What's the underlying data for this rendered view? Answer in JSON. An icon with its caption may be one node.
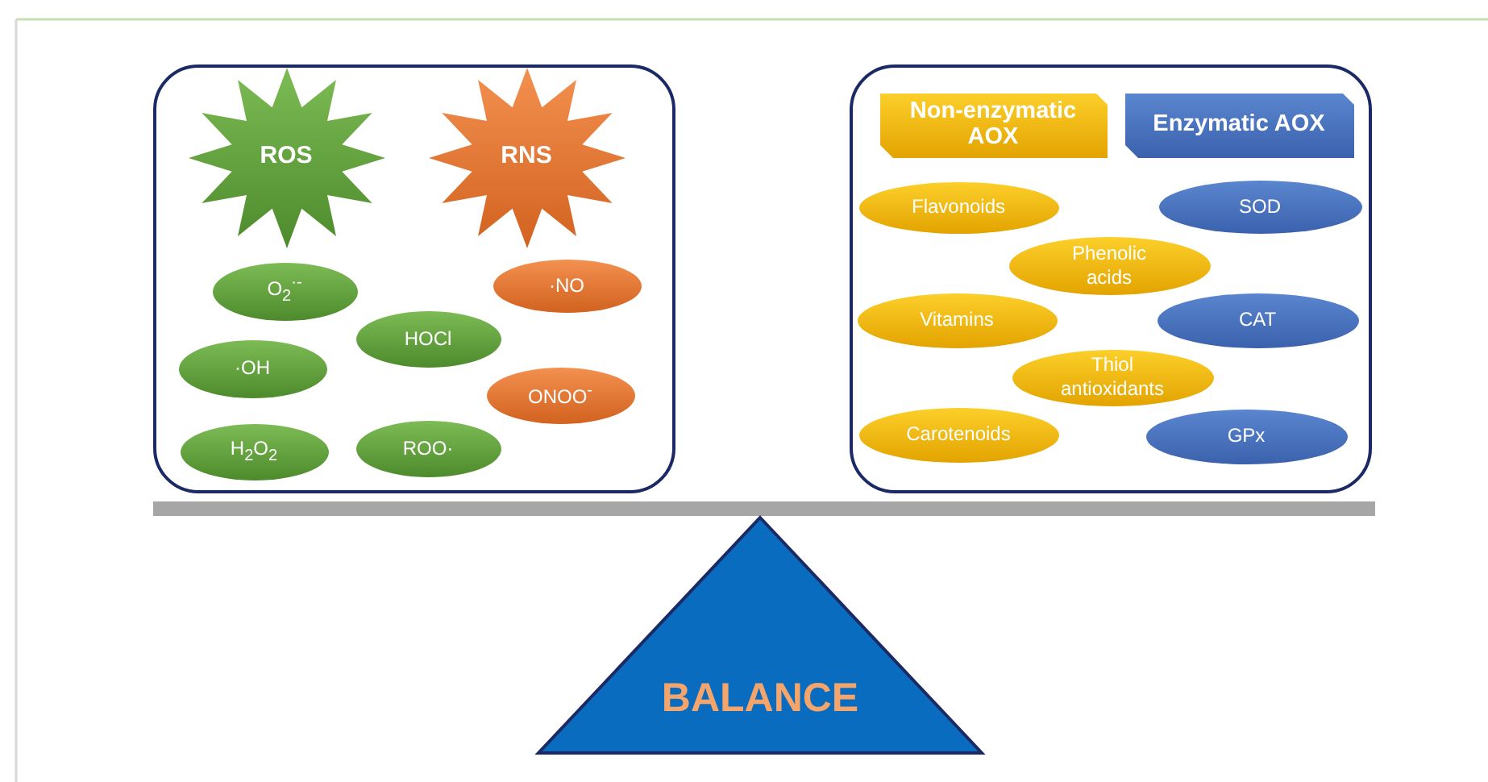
{
  "diagram": {
    "nodes": [
      {
        "text": [],
        "shape": "box"
      },
      {
        "text": [
          "ROS"
        ],
        "in": 0
      },
      {
        "text": [
          "RNS"
        ],
        "in": 0
      },
      {
        "text": [
          "O$_{2}$$^{·-}$"
        ],
        "in": 0
      },
      {
        "text": [
          "·NO"
        ],
        "in": 0
      },
      {
        "text": [
          "HOCl"
        ],
        "in": 0
      },
      {
        "text": [
          "·OH"
        ],
        "in": 0
      },
      {
        "text": [
          "ONOO$^{-}$"
        ],
        "in": 0
      },
      {
        "text": [
          "H$_{2}$O$_{2}$"
        ],
        "in": 0
      },
      {
        "text": [
          "ROO·"
        ],
        "in": 0
      },
      {
        "text": [],
        "shape": "box"
      },
      {
        "text": [
          "Non-enzymatic AOX"
        ],
        "in": 10
      },
      {
        "text": [
          "Enzymatic AOX"
        ],
        "in": 10
      },
      {
        "text": [
          "Flavonoids"
        ],
        "in": 10
      },
      {
        "text": [
          "SOD"
        ],
        "in": 10
      },
      {
        "text": [
          "Phenolic acids"
        ],
        "in": 10
      },
      {
        "text": [
          "Vitamins"
        ],
        "in": 10
      },
      {
        "text": [
          "CAT"
        ],
        "in": 10
      },
      {
        "text": [
          "Thiol antioxidants"
        ],
        "in": 10
      },
      {
        "text": [
          "Carotenoids"
        ],
        "in": 10
      },
      {
        "text": [
          "GPx"
        ],
        "in": 10
      },
      {
        "text": [
          "BALANCE"
        ]
      }
    ]
  }
}
